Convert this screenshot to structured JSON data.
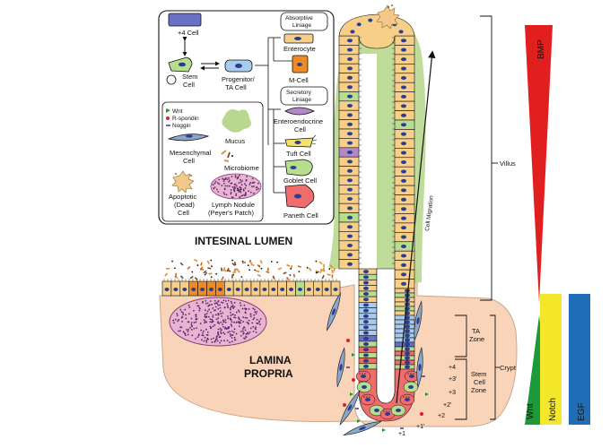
{
  "legend": {
    "four_cell": "+4 Cell",
    "stem_cell": "Stem\nCell",
    "progenitor": "Progenitor/\nTA Cell",
    "absorptive_lineage": "Absorptive\nLiniage",
    "enterocyte": "Enterocyte",
    "m_cell": "M-Cell",
    "secretory_lineage": "Secretory\nLiniage",
    "enteroendocrine": "Enteroendocrine\nCell",
    "tuft": "Tuft Cell",
    "goblet": "Goblet Cell",
    "paneth": "Paneth Cell",
    "wnt": "Wnt",
    "r_spondin": "R-spondin",
    "noggin": "Noggin",
    "mucus": "Mucus",
    "mesenchymal": "Mesenchymal\nCell",
    "microbiome": "Microbiome",
    "apoptotic": "Apoptotic\n(Dead)\nCell",
    "lymph_nodule": "Lymph Nodule\n(Peyer's Patch)"
  },
  "main": {
    "lumen": "INTESINAL LUMEN",
    "lamina": "LAMINA\nPROPRIA",
    "cell_migration": "Cell Migration",
    "villus": "Villus",
    "crypt": "Crypt",
    "ta_zone": "TA\nZone",
    "stem_zone": "Stem\nCell\nZone",
    "positions": [
      "+4",
      "+3'",
      "+3",
      "+2'",
      "+2",
      "+1'",
      "+1"
    ]
  },
  "gradients": {
    "bmp": "BMP",
    "wnt": "Wnt",
    "notch": "Notch",
    "egf": "EGF"
  },
  "colors": {
    "enterocyte": "#f7cf88",
    "enterocyte_sm": "#f08a24",
    "m_cell": "#f08a24",
    "stem": "#b7dd8f",
    "progenitor": "#a9cbee",
    "paneth": "#ef6d6d",
    "nucleus": "#2a3d8f",
    "lamina": "#f9d4b9",
    "mucus": "#b9d88f",
    "lymph": "#e9b3d2",
    "four_cell": "#6b70c7",
    "bmp": "#e21f1f",
    "wnt": "#1c9a3b",
    "notch": "#f4e629",
    "egf": "#1f6db6"
  }
}
